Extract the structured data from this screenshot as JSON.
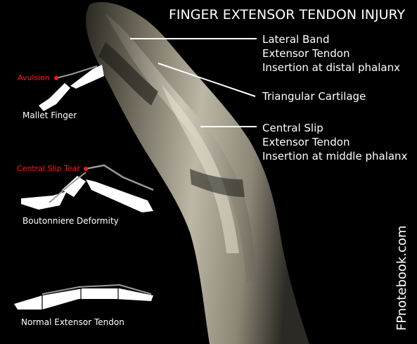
{
  "title": "FINGER EXTENSOR TENDON INJURY",
  "labels": {
    "lateral_band": [
      "Lateral Band",
      "Extensor Tendon",
      "Insertion at distal phalanx"
    ],
    "triangular_cartilage": "Triangular Cartilage",
    "central_slip": [
      "Central Slip",
      "Extensor Tendon",
      "Insertion at middle phalanx"
    ]
  },
  "insets": {
    "mallet": {
      "caption": "Mallet Finger",
      "marker": "Avulsion"
    },
    "boutonniere": {
      "caption": "Boutonniere Deformity",
      "marker": "Central Slip Tear"
    },
    "normal": {
      "caption": "Normal Extensor Tendon"
    }
  },
  "watermark": "FPnotebook.com",
  "colors": {
    "background": "#000000",
    "text": "#ffffff",
    "marker": "#ff1a1a",
    "bone": "#ffffff",
    "tendon": "#9a9a9a"
  }
}
